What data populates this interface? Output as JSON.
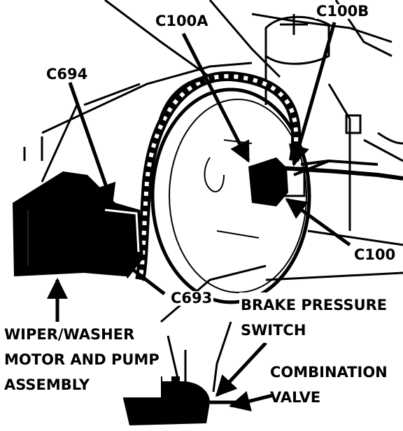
{
  "labels": {
    "c100a": "C100A",
    "c100b": "C100B",
    "c694": "C694",
    "c100": "C100",
    "c693": "C693",
    "brake_pressure_switch": [
      "BRAKE PRESSURE",
      "SWITCH"
    ],
    "wiper_washer": [
      "WIPER/WASHER",
      "MOTOR AND PUMP",
      "ASSEMBLY"
    ],
    "combination_valve": [
      "COMBINATION",
      "VALVE"
    ]
  },
  "colors": {
    "ink": "#000000",
    "paper": "#ffffff"
  }
}
